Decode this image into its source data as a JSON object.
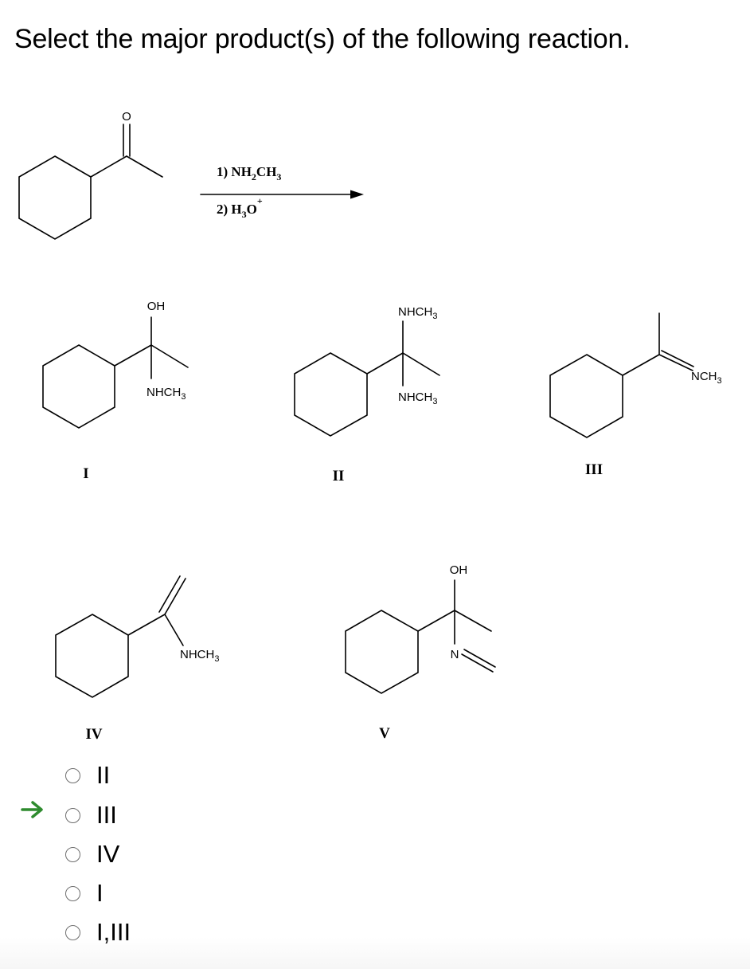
{
  "question": "Select the major product(s) of the following reaction.",
  "reaction": {
    "carbonyl_atom": "O",
    "reagent1_prefix": "1) NH",
    "reagent1_sub1": "2",
    "reagent1_mid": "CH",
    "reagent1_sub2": "3",
    "reagent2_prefix": "2) H",
    "reagent2_sub": "3",
    "reagent2_mid": "O",
    "reagent2_sup": "+"
  },
  "structures": {
    "I": {
      "label": "I",
      "top_group": "OH",
      "bottom_group_main": "NHCH",
      "bottom_group_sub": "3"
    },
    "II": {
      "label": "II",
      "top_group_main": "NHCH",
      "top_group_sub": "3",
      "bottom_group_main": "NHCH",
      "bottom_group_sub": "3"
    },
    "III": {
      "label": "III",
      "group_main": "NCH",
      "group_sub": "3"
    },
    "IV": {
      "label": "IV",
      "group_main": "NHCH",
      "group_sub": "3"
    },
    "V": {
      "label": "V",
      "top_group": "OH",
      "n_atom": "N"
    }
  },
  "options": [
    {
      "label": "II",
      "selected_arrow": false
    },
    {
      "label": "III",
      "selected_arrow": true
    },
    {
      "label": "IV",
      "selected_arrow": false
    },
    {
      "label": "I",
      "selected_arrow": false
    },
    {
      "label": "I,III",
      "selected_arrow": false
    }
  ],
  "colors": {
    "arrow_marker": "#2e8b2e",
    "radio_border": "#6e6e6e"
  }
}
